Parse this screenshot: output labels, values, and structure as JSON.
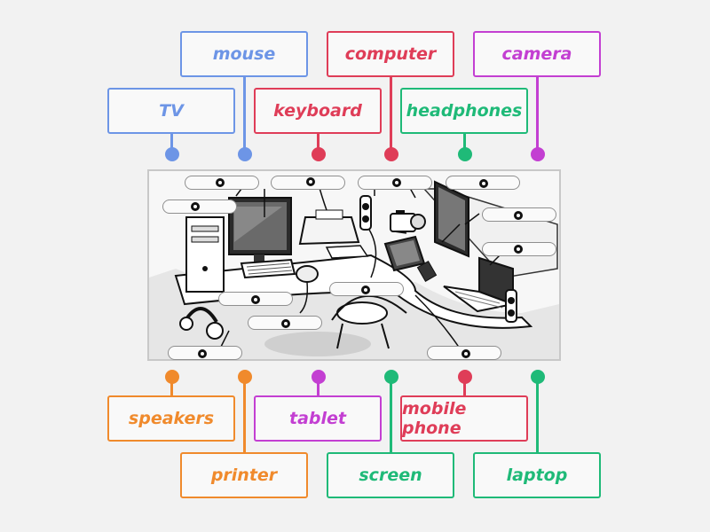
{
  "colors": {
    "blue": "#6d95e6",
    "red": "#df3d58",
    "purple": "#c33fd2",
    "green": "#1fba78",
    "orange": "#f08a2c"
  },
  "top_labels": [
    {
      "id": "mouse",
      "text": "mouse",
      "color": "#6d95e6"
    },
    {
      "id": "computer",
      "text": "computer",
      "color": "#df3d58"
    },
    {
      "id": "camera",
      "text": "camera",
      "color": "#c33fd2"
    },
    {
      "id": "tv",
      "text": "TV",
      "color": "#6d95e6"
    },
    {
      "id": "keyboard",
      "text": "keyboard",
      "color": "#df3d58"
    },
    {
      "id": "headphones",
      "text": "headphones",
      "color": "#1fba78"
    }
  ],
  "bottom_labels": [
    {
      "id": "speakers",
      "text": "speakers",
      "color": "#f08a2c"
    },
    {
      "id": "tablet",
      "text": "tablet",
      "color": "#c33fd2"
    },
    {
      "id": "mobile-phone",
      "text": "mobile phone",
      "color": "#df3d58"
    },
    {
      "id": "printer",
      "text": "printer",
      "color": "#f08a2c"
    },
    {
      "id": "screen",
      "text": "screen",
      "color": "#1fba78"
    },
    {
      "id": "laptop",
      "text": "laptop",
      "color": "#1fba78"
    }
  ],
  "picture": {
    "description_icon": "computer-desk-illustration",
    "answer_slots": 12
  }
}
